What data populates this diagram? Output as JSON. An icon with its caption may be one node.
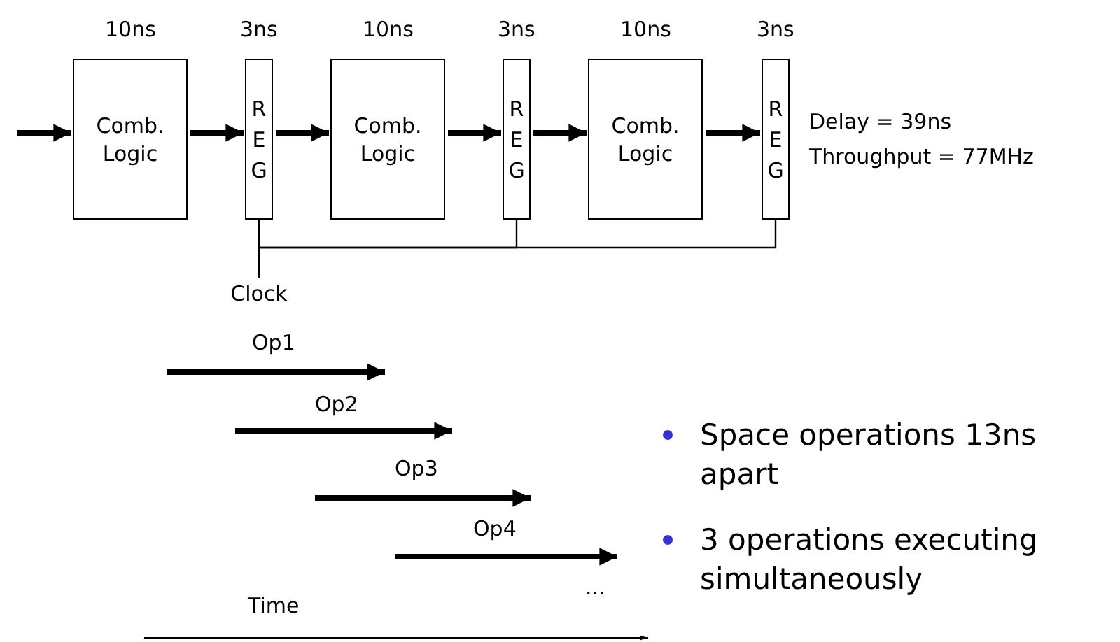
{
  "diagram": {
    "nodes": [
      {
        "text": [
          "Comb. Logic"
        ],
        "beside": [
          "10ns"
        ]
      },
      {
        "text": [
          "REG"
        ],
        "beside": [
          "3ns"
        ]
      },
      {
        "text": [
          "Comb. Logic"
        ],
        "beside": [
          "10ns"
        ]
      },
      {
        "text": [
          "REG"
        ],
        "beside": [
          "3ns"
        ]
      },
      {
        "text": [
          "Comb. Logic"
        ],
        "beside": [
          "10ns"
        ]
      },
      {
        "text": [
          "REG"
        ],
        "beside": [
          "3ns"
        ]
      },
      {
        "text": [
          "Clock"
        ]
      }
    ],
    "edges": [
      {
        "from": null,
        "to": 0,
        "arrow": "to"
      },
      {
        "from": 0,
        "to": 1,
        "arrow": "to"
      },
      {
        "from": 1,
        "to": 2,
        "arrow": "to"
      },
      {
        "from": 2,
        "to": 3,
        "arrow": "to"
      },
      {
        "from": 3,
        "to": 4,
        "arrow": "to"
      },
      {
        "from": 4,
        "to": 5,
        "arrow": "to"
      },
      {
        "from": 6,
        "to": 1,
        "arrow": "none"
      },
      {
        "from": 6,
        "to": 3,
        "arrow": "none"
      },
      {
        "from": 6,
        "to": 5,
        "arrow": "none"
      }
    ],
    "labels": [
      "Delay = 39ns",
      "Throughput = 77MHz",
      "Op1",
      "Op2",
      "Op3",
      "Op4",
      "...",
      "Time",
      "Space operations 13ns apart",
      "3 operations executing simultaneously"
    ]
  }
}
